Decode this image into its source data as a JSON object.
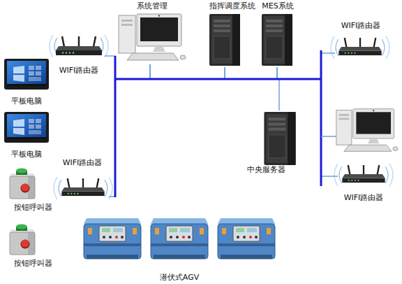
{
  "diagram": {
    "nodes": [
      {
        "text": [
          "系统管理"
        ]
      },
      {
        "text": [
          "指挥调度系统"
        ]
      },
      {
        "text": [
          "MES系统"
        ]
      },
      {
        "text": [
          "WIFI路由器"
        ]
      },
      {
        "text": [
          "WIFI路由器"
        ]
      },
      {
        "text": [
          "平板电脑"
        ]
      },
      {
        "text": [
          "平板电脑"
        ]
      },
      {
        "text": [
          "中央服务器"
        ]
      },
      {
        "text": [
          "WIFI路由器"
        ]
      },
      {
        "text": [
          "WIFI路由器"
        ]
      },
      {
        "text": [
          "按钮呼叫器"
        ]
      },
      {
        "text": [
          "按钮呼叫器"
        ]
      },
      {
        "text": [
          "潜伏式AGV"
        ]
      }
    ],
    "edges": [
      {
        "from": 4,
        "to": 0,
        "arrow": "none"
      },
      {
        "from": 8,
        "to": 0,
        "arrow": "none"
      },
      {
        "from": 0,
        "to": 1,
        "arrow": "none"
      },
      {
        "from": 1,
        "to": 2,
        "arrow": "none"
      },
      {
        "from": 2,
        "to": 7,
        "arrow": "none"
      },
      {
        "from": 2,
        "to": 3,
        "arrow": "none"
      },
      {
        "from": 2,
        "to": 9,
        "arrow": "none"
      }
    ]
  }
}
